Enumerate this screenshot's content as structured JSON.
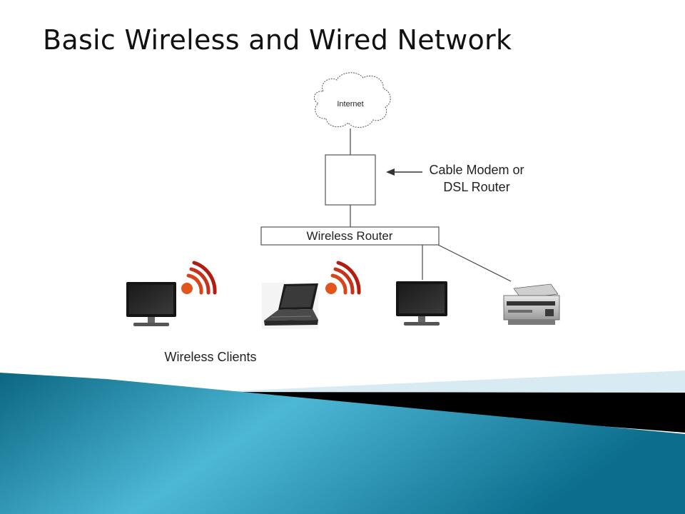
{
  "slide": {
    "title": "Basic Wireless and Wired Network"
  },
  "diagram": {
    "internet_label": "Internet",
    "modem_label_line1": "Cable Modem or",
    "modem_label_line2": "DSL Router",
    "router_label": "Wireless Router",
    "wireless_clients_label": "Wireless Clients",
    "devices": [
      {
        "name": "wireless desktop monitor",
        "icon": "monitor-icon",
        "connection": "wireless"
      },
      {
        "name": "wireless laptop",
        "icon": "laptop-icon",
        "connection": "wireless"
      },
      {
        "name": "wired desktop monitor",
        "icon": "monitor-icon",
        "connection": "wired"
      },
      {
        "name": "wired printer",
        "icon": "printer-icon",
        "connection": "wired"
      }
    ]
  },
  "colors": {
    "wifi_signal": "#e2561e",
    "wifi_signal_dark": "#b31d10",
    "footer_teal": "#2c93b3",
    "footer_light": "#d8ebf2",
    "footer_band": "#000000"
  }
}
